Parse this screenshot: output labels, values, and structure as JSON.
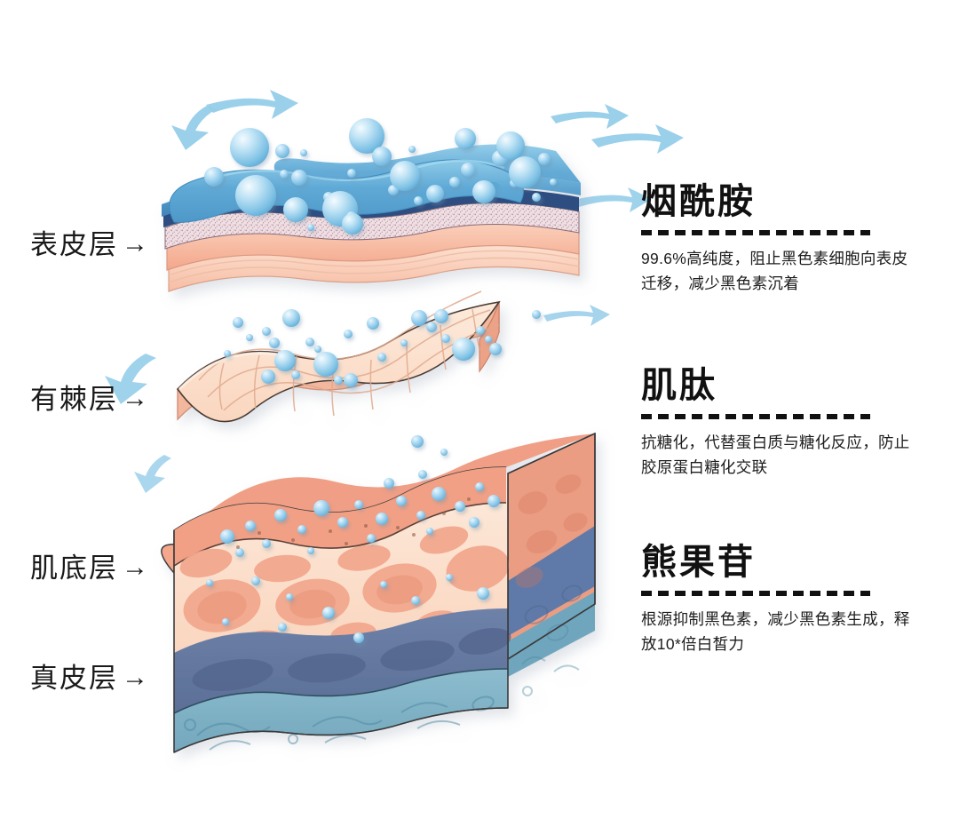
{
  "meta": {
    "title": "皮肤分层护理成分示意图",
    "background": "#ffffff"
  },
  "layer_labels": [
    {
      "id": "epidermis",
      "text": "表皮层",
      "arrow": "→"
    },
    {
      "id": "spinous",
      "text": "有棘层",
      "arrow": "→"
    },
    {
      "id": "basal",
      "text": "肌底层",
      "arrow": "→"
    },
    {
      "id": "dermis",
      "text": "真皮层",
      "arrow": "→"
    }
  ],
  "ingredients": [
    {
      "id": "niacinamide",
      "title": "烟酰胺",
      "description": "99.6%高纯度，阻止黑色素细胞向表皮迁移，减少黑色素沉着"
    },
    {
      "id": "peptide",
      "title": "肌肽",
      "description": "抗糖化，代替蛋白质与糖化反应，防止胶原蛋白糖化交联"
    },
    {
      "id": "arbutin",
      "title": "熊果苷",
      "description": "根源抑制黑色素，减少黑色素生成，释放10*倍白皙力"
    }
  ],
  "colors": {
    "text_primary": "#111111",
    "rule": "#111111",
    "bubble_blue": "#7dc3e8",
    "sheet_blue": "#5ea9d6",
    "sheet_blue_dark": "#2c4a7c",
    "speckle_band": "#e3d2d8",
    "salmon": "#f4a98f",
    "salmon_light": "#fbd9c6",
    "cream": "#fbe3d2",
    "slate_blue": "#65789f",
    "teal_blue": "#7fb2c7",
    "arrow_blue": "#93cce8"
  },
  "illustration": {
    "panels": [
      {
        "id": "epidermis-slab",
        "type": "wavy-slab",
        "label_ref": "epidermis",
        "ingredient_ref": "niacinamide"
      },
      {
        "id": "spinous-sheet",
        "type": "mesh-sheet",
        "label_ref": "spinous",
        "ingredient_ref": "peptide"
      },
      {
        "id": "dermis-block",
        "type": "3d-block",
        "label_ref": "basal",
        "ingredient_ref": "arbutin"
      }
    ],
    "motifs": [
      "water-bubbles",
      "flow-arrows",
      "collagen-mesh",
      "cell-clusters"
    ]
  }
}
